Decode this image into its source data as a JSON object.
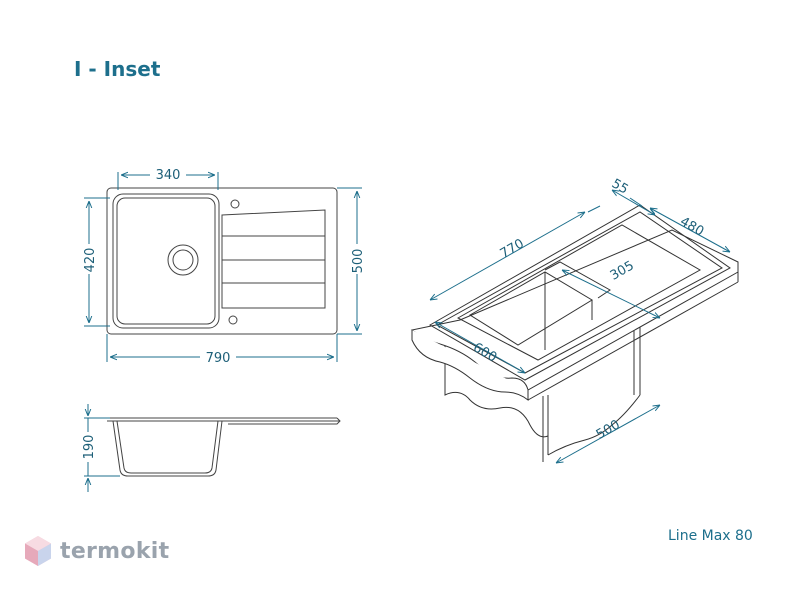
{
  "title": "I - Inset",
  "model": "Line Max 80",
  "brand": {
    "name": "termokit",
    "logo_icon": "hexagon-logo-icon"
  },
  "colors": {
    "dim": "#1d6f8c",
    "outline": "#333333",
    "logo": "#e8a0b0"
  },
  "dimensions": {
    "top_bowl_width": "340",
    "top_bowl_depth": "420",
    "top_overall_depth": "500",
    "top_overall_width": "790",
    "side_height": "190",
    "iso_depth_edge": "55",
    "iso_width": "770",
    "iso_depth": "480",
    "iso_bowl": "305",
    "iso_cabinet_width": "600",
    "iso_cabinet_depth": "500"
  }
}
